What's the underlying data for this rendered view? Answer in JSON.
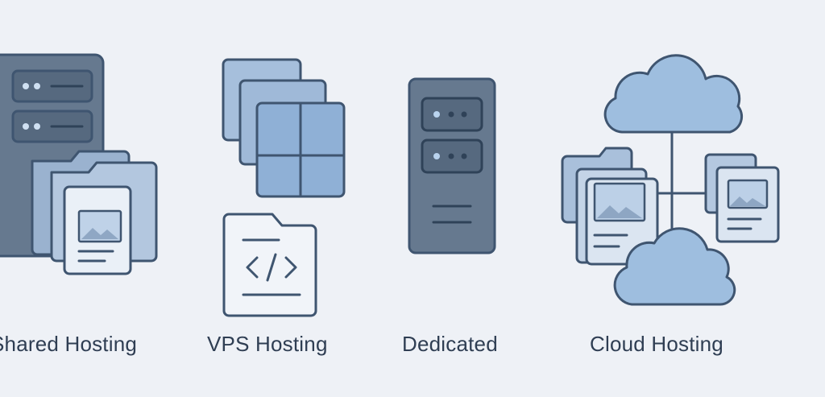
{
  "items": [
    {
      "id": "shared",
      "label": "Shared Hosting"
    },
    {
      "id": "vps",
      "label": "VPS Hosting"
    },
    {
      "id": "dedicated",
      "label": "Dedicated"
    },
    {
      "id": "cloud",
      "label": "Cloud Hosting"
    }
  ],
  "icons": {
    "shared": "shared-hosting-icon",
    "vps": "vps-hosting-icon",
    "dedicated": "dedicated-server-icon",
    "cloud": "cloud-hosting-icon"
  },
  "colors": {
    "background": "#eef1f6",
    "server_dark": "#5f738d",
    "server_outline": "#3f5570",
    "panel_light": "#a9c2de",
    "panel_mid": "#8fb0d6",
    "doc_light": "#dde6f1",
    "label": "#2f3e53"
  }
}
